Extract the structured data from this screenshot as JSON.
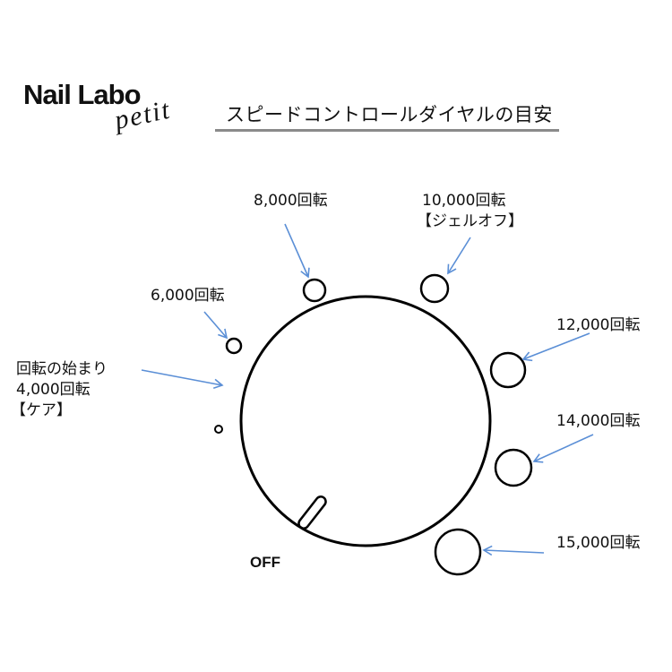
{
  "brand": {
    "logo_main": "Nail Labo",
    "logo_sub": "petit"
  },
  "header": {
    "title": "スピードコントロールダイヤルの目安",
    "rule_color": "#8a8a8a"
  },
  "dial": {
    "off_label": "OFF",
    "stroke_color": "#000000",
    "arrow_color": "#5b8fd6"
  },
  "speed_marks": [
    {
      "id": "4000",
      "lines": [
        "回転の始まり",
        "4,000回転",
        "【ケア】"
      ]
    },
    {
      "id": "6000",
      "lines": [
        "6,000回転"
      ]
    },
    {
      "id": "8000",
      "lines": [
        "8,000回転"
      ]
    },
    {
      "id": "10000",
      "lines": [
        "10,000回転",
        "【ジェルオフ】"
      ]
    },
    {
      "id": "12000",
      "lines": [
        "12,000回転"
      ]
    },
    {
      "id": "14000",
      "lines": [
        "14,000回転"
      ]
    },
    {
      "id": "15000",
      "lines": [
        "15,000回転"
      ]
    }
  ]
}
